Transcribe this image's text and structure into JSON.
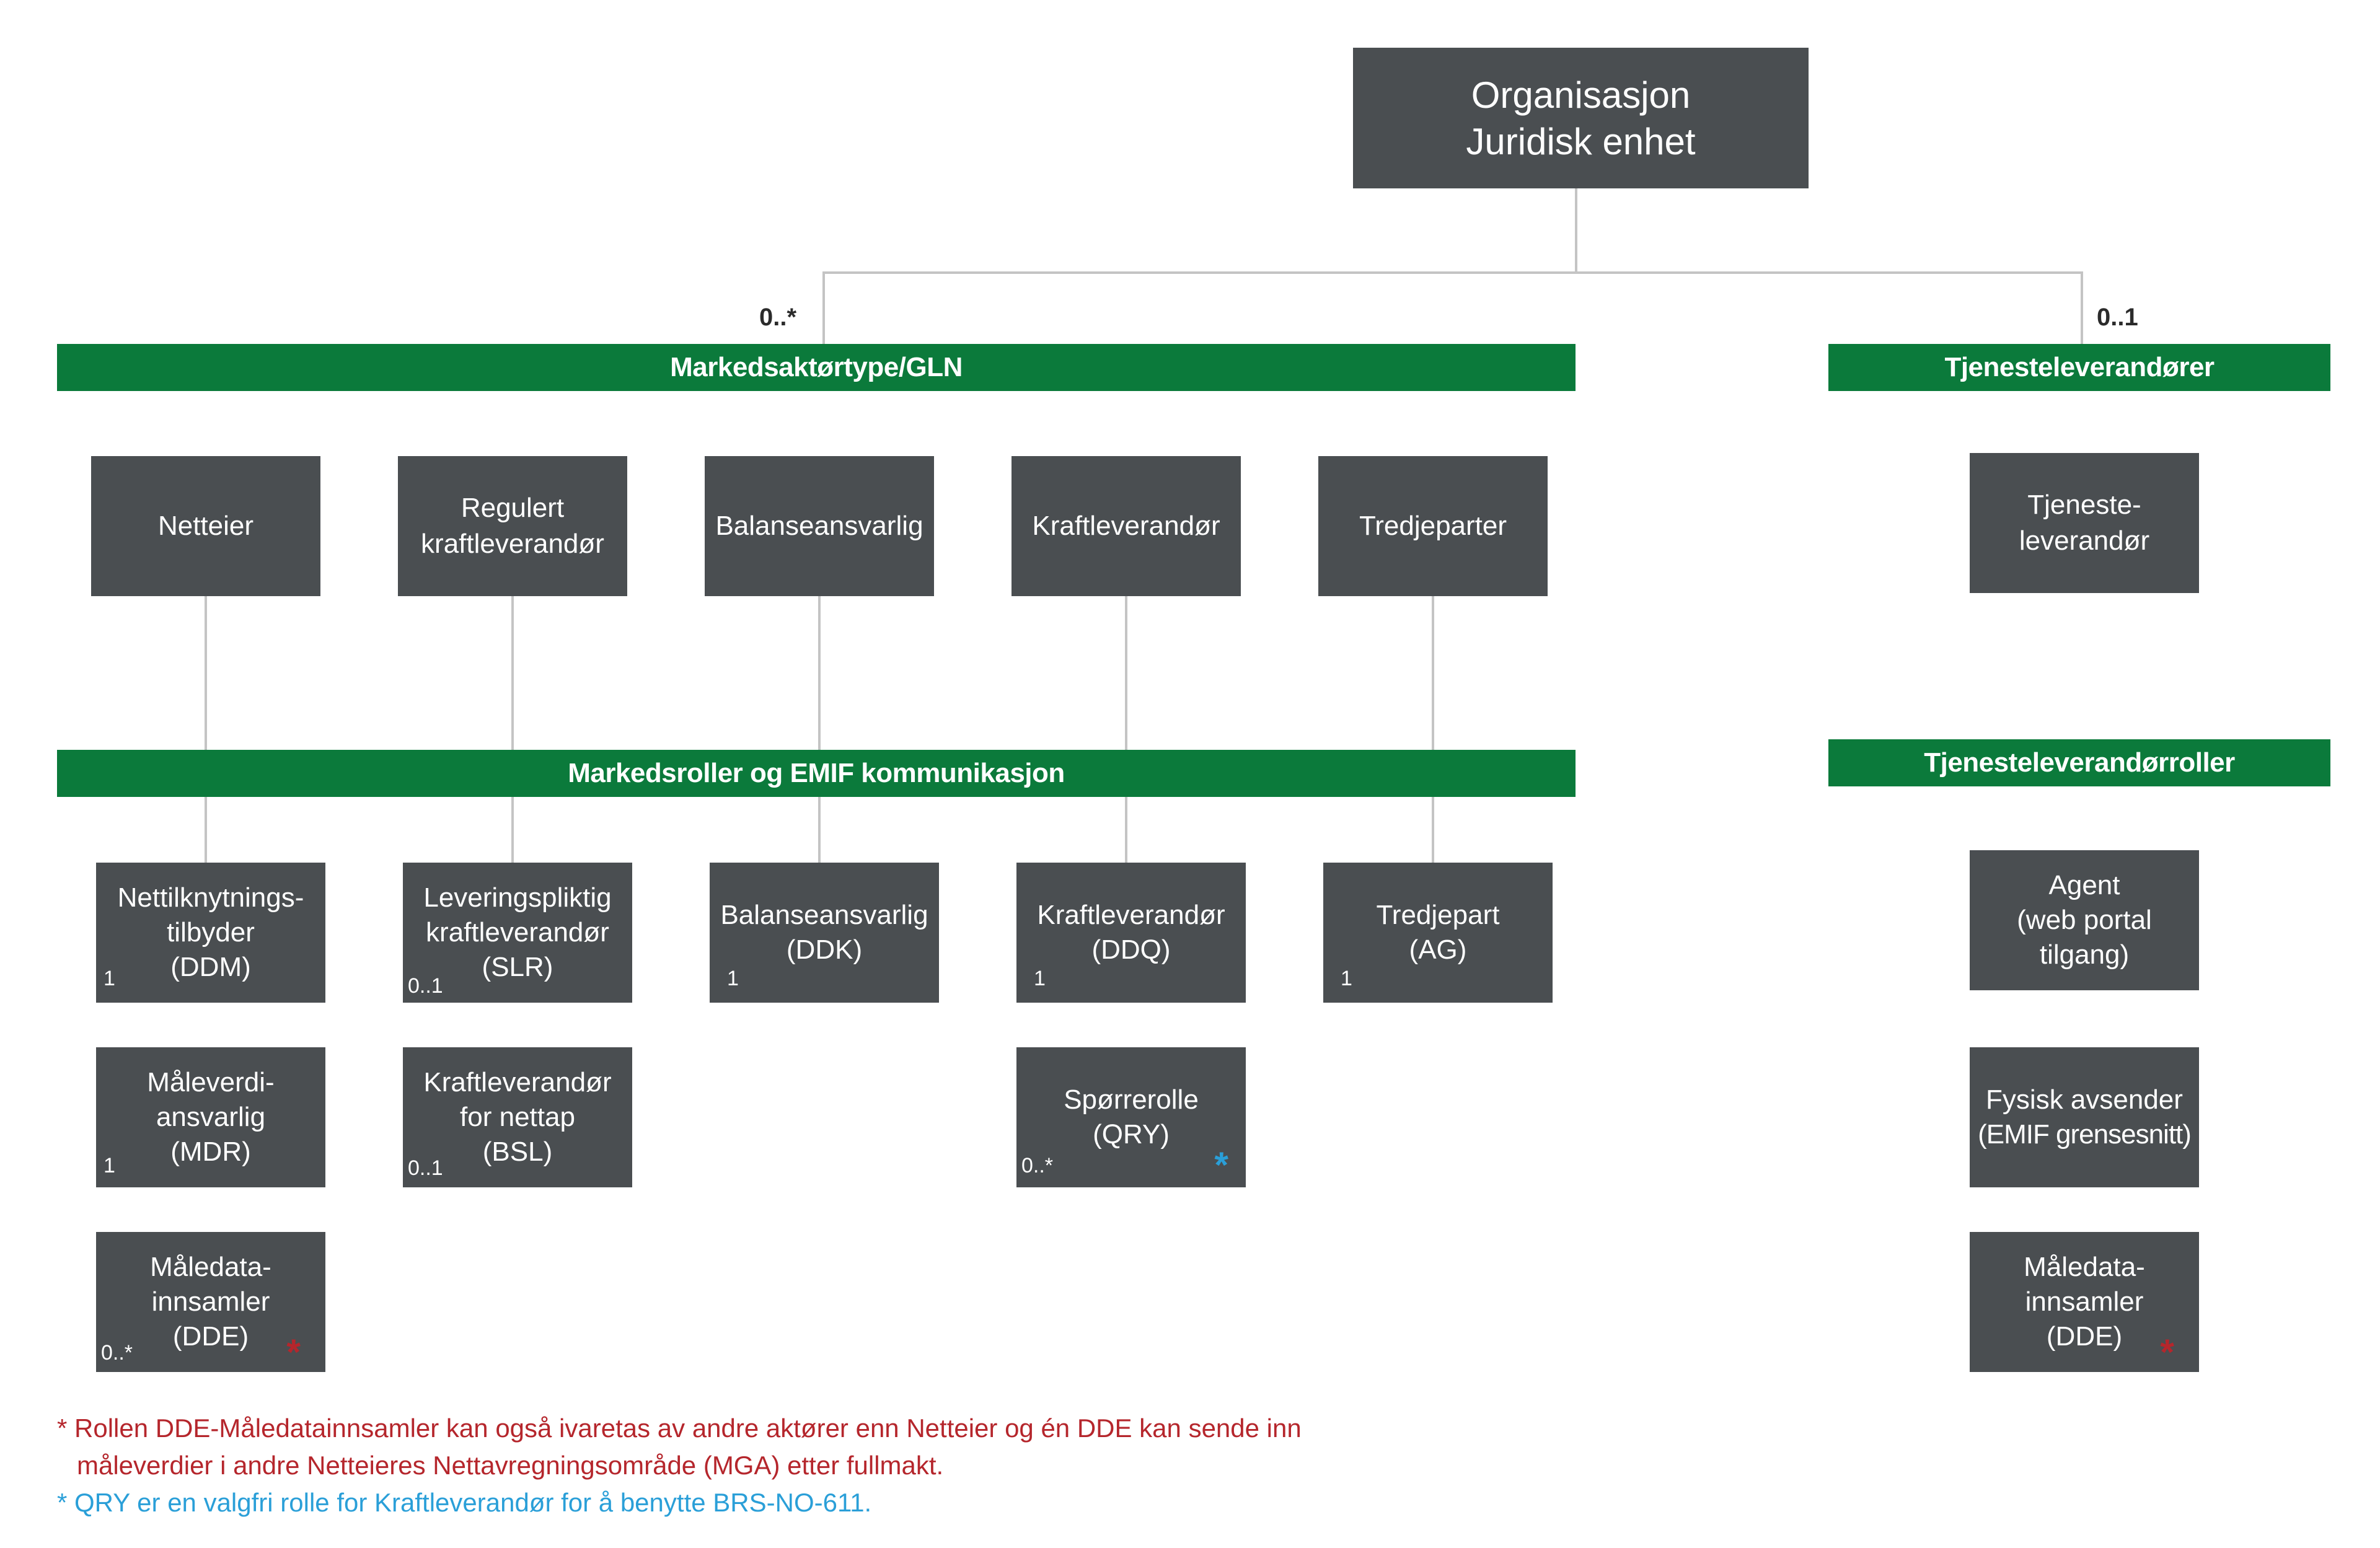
{
  "root": {
    "lines": [
      "Organisasjon",
      "Juridisk enhet"
    ]
  },
  "bars": {
    "market_types": "Markedsaktørtype/GLN",
    "service_providers": "Tjenesteleverandører",
    "market_roles": "Markedsroller og EMIF kommunikasjon",
    "service_roles": "Tjenesteleverandørroller"
  },
  "cardinality": {
    "left": "0..*",
    "right": "0..1"
  },
  "actor_types": [
    {
      "lines": [
        "Netteier"
      ]
    },
    {
      "lines": [
        "Regulert",
        "kraftleverandør"
      ]
    },
    {
      "lines": [
        "Balanseansvarlig"
      ]
    },
    {
      "lines": [
        "Kraftleverandør"
      ]
    },
    {
      "lines": [
        "Tredjeparter"
      ]
    }
  ],
  "service_provider": {
    "lines": [
      "Tjeneste-",
      "leverandør"
    ]
  },
  "roles": {
    "ddm": {
      "lines": [
        "Nettilknytnings-",
        "tilbyder",
        "(DDM)"
      ],
      "card": "1"
    },
    "slr": {
      "lines": [
        "Leveringspliktig",
        "kraftleverandør",
        "(SLR)"
      ],
      "card": "0..1"
    },
    "ddk": {
      "lines": [
        "Balanseansvarlig",
        "(DDK)"
      ],
      "card": "1"
    },
    "ddq": {
      "lines": [
        "Kraftleverandør",
        "(DDQ)"
      ],
      "card": "1"
    },
    "ag": {
      "lines": [
        "Tredjepart",
        "(AG)"
      ],
      "card": "1"
    },
    "mdr": {
      "lines": [
        "Måleverdi-",
        "ansvarlig",
        "(MDR)"
      ],
      "card": "1"
    },
    "bsl": {
      "lines": [
        "Kraftleverandør",
        "for nettap",
        "(BSL)"
      ],
      "card": "0..1"
    },
    "qry": {
      "lines": [
        "Spørrerolle",
        "(QRY)"
      ],
      "card": "0..*"
    },
    "dde": {
      "lines": [
        "Måledata-",
        "innsamler",
        "(DDE)"
      ],
      "card": "0..*"
    }
  },
  "service_roles": {
    "agent": {
      "lines": [
        "Agent",
        "(web portal",
        "tilgang)"
      ]
    },
    "sender": {
      "lines": [
        "Fysisk avsender",
        "(EMIF grensesnitt)"
      ]
    },
    "dde": {
      "lines": [
        "Måledata-",
        "innsamler",
        "(DDE)"
      ]
    }
  },
  "star_symbol": "*",
  "notes": {
    "red_line1": "* Rollen DDE-Måledatainnsamler kan også ivaretas av andre aktører enn Netteier og én DDE kan sende inn",
    "red_line2": "måleverdier i andre Netteieres Nettavregningsområde (MGA) etter fullmakt.",
    "blue_line": "* QRY er en valgfri rolle for Kraftleverandør for å benytte BRS-NO-611."
  },
  "colors": {
    "box": "#4a4e51",
    "bar": "#0b7a3b",
    "line": "#c4c4c4",
    "red": "#b5262c",
    "blue": "#2a9fd8"
  }
}
